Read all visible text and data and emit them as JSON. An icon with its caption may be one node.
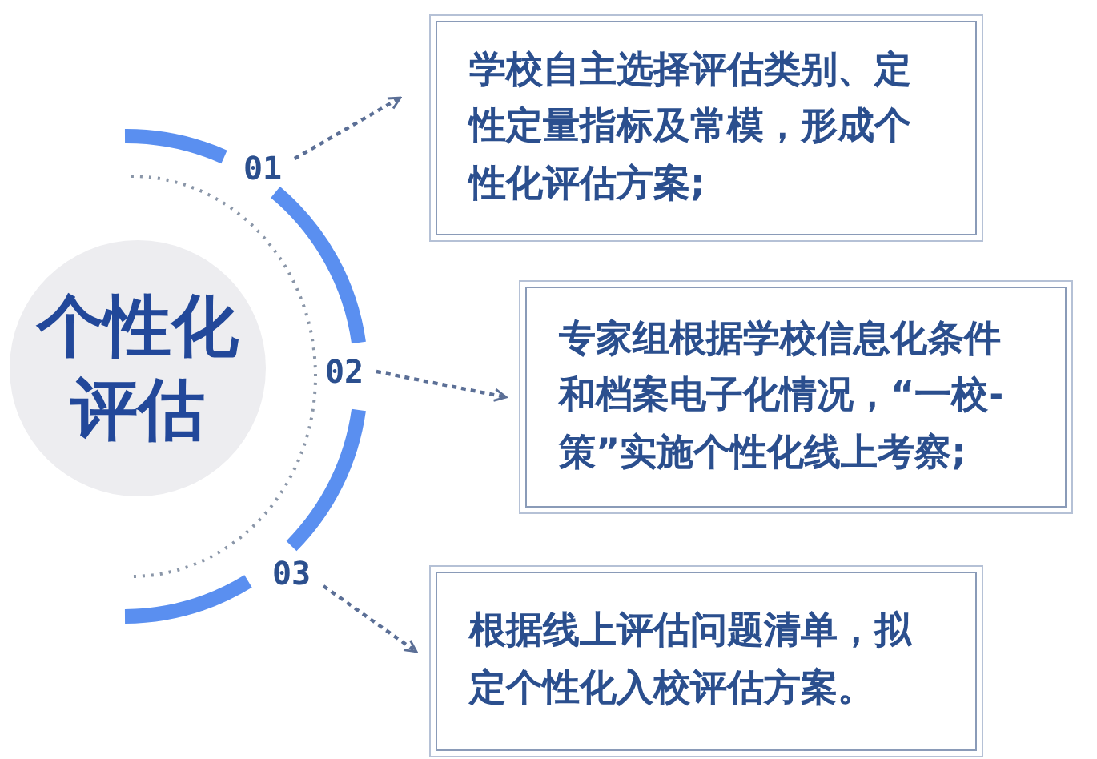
{
  "diagram": {
    "nodes": [
      {
        "text": [
          "个性化评估"
        ]
      },
      {
        "text": [
          "01"
        ]
      },
      {
        "text": [
          "02"
        ]
      },
      {
        "text": [
          "03"
        ]
      },
      {
        "text": [
          "学校自主选择评估类别、定性定量指标及常模，形成个性化评估方案;"
        ]
      },
      {
        "text": [
          "专家组根据学校信息化条件和档案电子化情况，“一校-策”实施个性化线上考察;"
        ]
      },
      {
        "text": [
          "根据线上评估问题清单，拟定个性化入校评估方案。"
        ]
      }
    ],
    "edges": [
      {
        "from": 1,
        "to": 4,
        "arrow": "to",
        "style": "dashed"
      },
      {
        "from": 2,
        "to": 5,
        "arrow": "to",
        "style": "dashed"
      },
      {
        "from": 3,
        "to": 6,
        "arrow": "to",
        "style": "dashed"
      }
    ]
  }
}
